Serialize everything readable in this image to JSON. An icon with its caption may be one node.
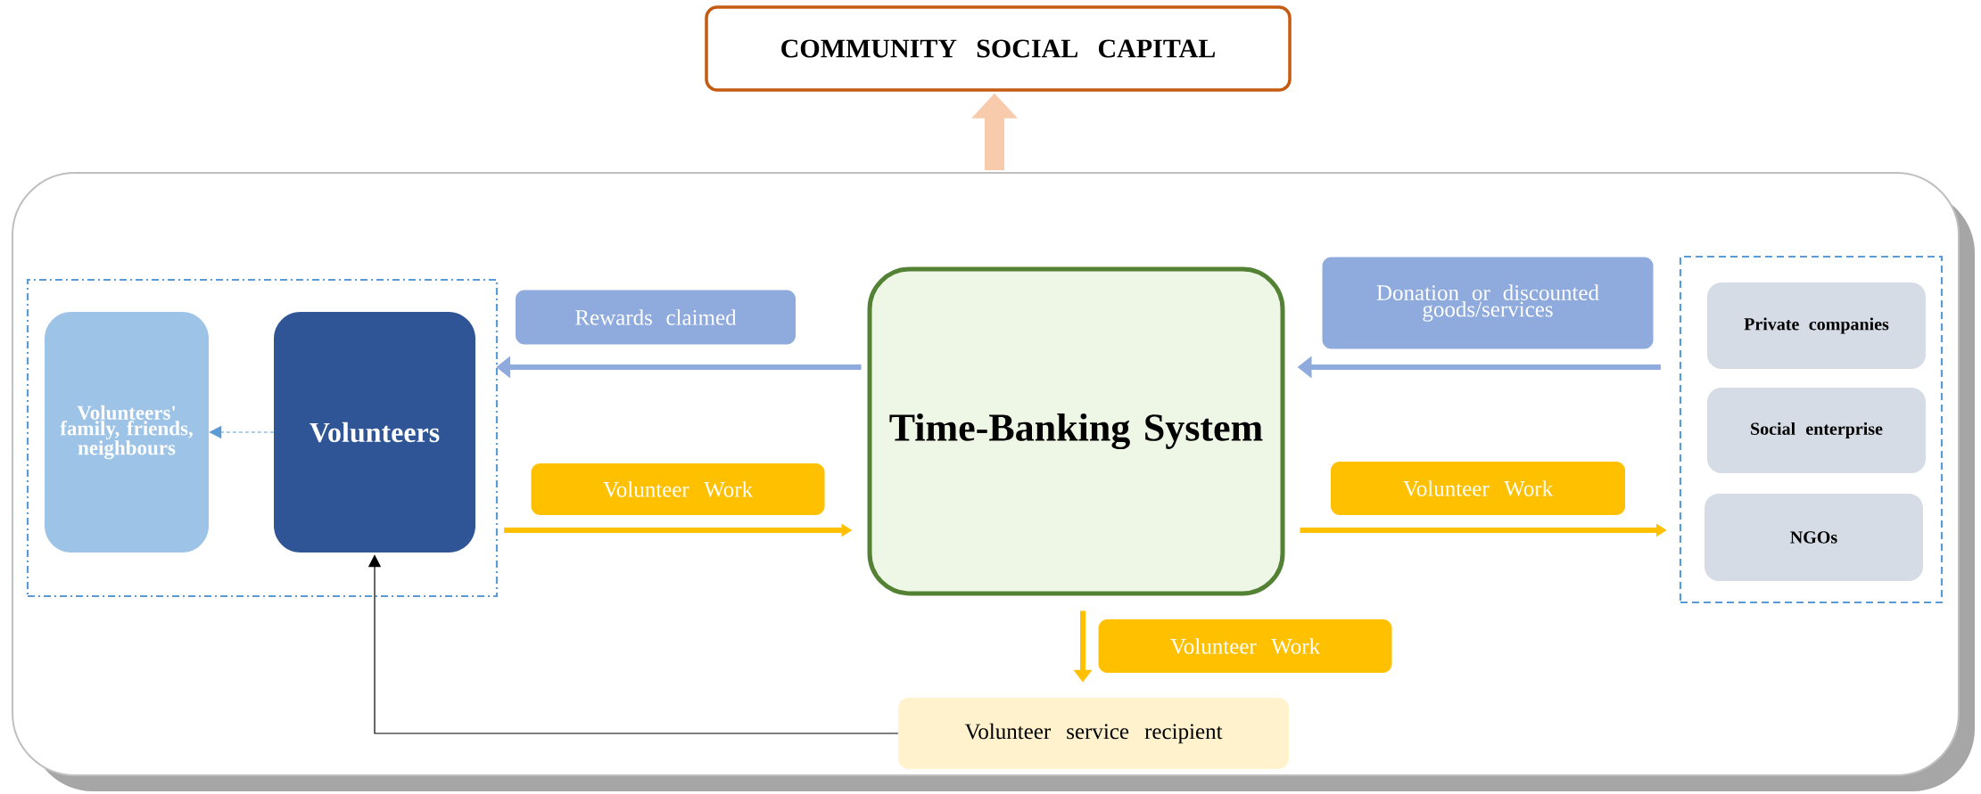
{
  "diagram": {
    "nodes": [
      {
        "text": [
          "COMMUNITY SOCIAL CAPITAL"
        ]
      },
      {
        "text": [],
        "shape": "box"
      },
      {
        "text": [],
        "shape": "box",
        "in": 1
      },
      {
        "text": [
          "Volunteers' family, friends, neighbours"
        ],
        "in": 2
      },
      {
        "text": [
          "Volunteers"
        ],
        "in": 2
      },
      {
        "text": [
          "Time-Banking System"
        ],
        "in": 1
      },
      {
        "text": [],
        "shape": "box",
        "in": 1
      },
      {
        "text": [
          "Private companies"
        ],
        "in": 6
      },
      {
        "text": [
          "Social enterprise"
        ],
        "in": 6
      },
      {
        "text": [
          "NGOs"
        ],
        "in": 6
      },
      {
        "text": [
          "Volunteer service recipient"
        ],
        "in": 1
      }
    ],
    "edges": [
      {
        "from": 1,
        "to": 0,
        "arrow": "to",
        "style": "thick",
        "color": "#f8cbad"
      },
      {
        "from": 5,
        "to": 2,
        "arrow": "to",
        "label": "Rewards claimed",
        "color": "#8faadc"
      },
      {
        "from": 2,
        "to": 5,
        "arrow": "to",
        "label": "Volunteer Work",
        "color": "#ffc000"
      },
      {
        "from": 4,
        "to": 3,
        "arrow": "to",
        "style": "dashed",
        "color": "#5b9bd5"
      },
      {
        "from": 6,
        "to": 5,
        "arrow": "to",
        "label": "Donation or discounted goods/services",
        "color": "#8faadc"
      },
      {
        "from": 5,
        "to": 6,
        "arrow": "to",
        "label": "Volunteer Work",
        "color": "#ffc000"
      },
      {
        "from": 5,
        "to": 10,
        "arrow": "to",
        "label": "Volunteer Work",
        "color": "#ffc000"
      },
      {
        "from": 10,
        "to": 4,
        "arrow": "to",
        "color": "#000000"
      }
    ]
  }
}
